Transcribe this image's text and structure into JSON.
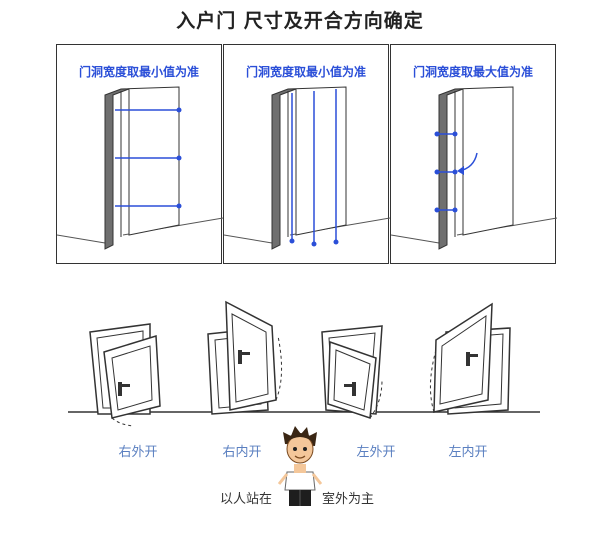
{
  "title": "入户门 尺寸及开合方向确定",
  "panels": [
    {
      "caption": "门洞宽度取最小值为准"
    },
    {
      "caption": "门洞宽度取最小值为准"
    },
    {
      "caption": "门洞宽度取最大值为准"
    }
  ],
  "doors": [
    {
      "label": "右外开"
    },
    {
      "label": "右内开"
    },
    {
      "label": "左外开"
    },
    {
      "label": "左内开"
    }
  ],
  "note": {
    "left": "以人站在",
    "right": "室外为主"
  },
  "colors": {
    "accent": "#2b4fd8",
    "label": "#5a7fc0",
    "wall": "#6f6f6f"
  }
}
